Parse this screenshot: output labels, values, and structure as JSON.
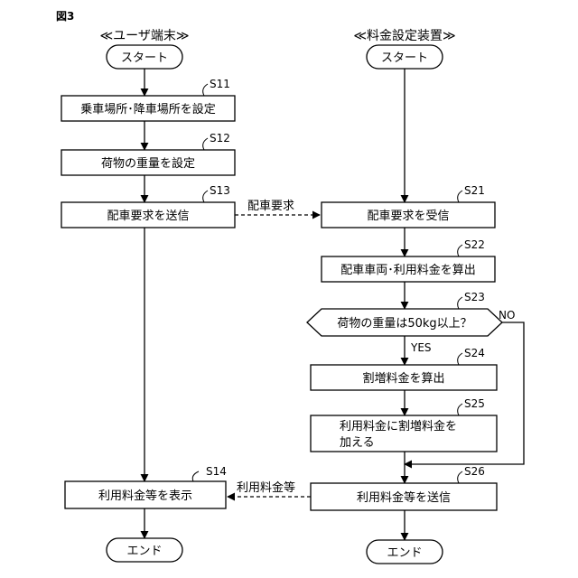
{
  "figure_label": "図3",
  "columns": {
    "user_terminal": "≪ユーザ端末≫",
    "fee_device": "≪料金設定装置≫"
  },
  "terminals": {
    "user_start": "スタート",
    "device_start": "スタート",
    "user_end": "エンド",
    "device_end": "エンド"
  },
  "steps": {
    "s11": {
      "id": "S11",
      "text": "乗車場所･降車場所を設定"
    },
    "s12": {
      "id": "S12",
      "text": "荷物の重量を設定"
    },
    "s13": {
      "id": "S13",
      "text": "配車要求を送信"
    },
    "s14": {
      "id": "S14",
      "text": "利用料金等を表示"
    },
    "s21": {
      "id": "S21",
      "text": "配車要求を受信"
    },
    "s22": {
      "id": "S22",
      "text": "配車車両･利用料金を算出"
    },
    "s23": {
      "id": "S23",
      "text": "荷物の重量は50kg以上？"
    },
    "s24": {
      "id": "S24",
      "text": "割増料金を算出"
    },
    "s25": {
      "id": "S25",
      "line1": "利用料金に割増料金を",
      "line2": "加える"
    },
    "s26": {
      "id": "S26",
      "text": "利用料金等を送信"
    }
  },
  "branches": {
    "yes": "YES",
    "no": "NO"
  },
  "messages": {
    "dispatch_request": "配車要求",
    "fee_info": "利用料金等"
  }
}
